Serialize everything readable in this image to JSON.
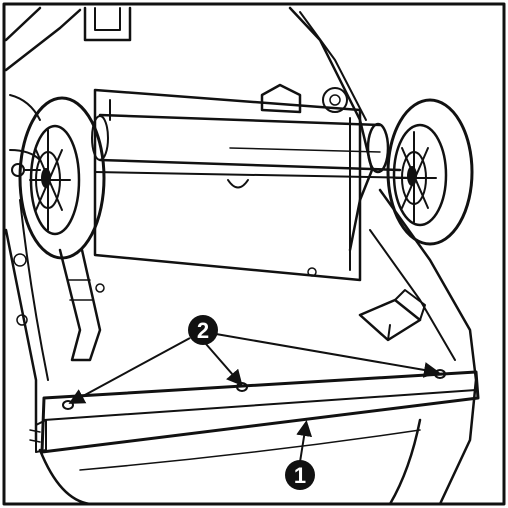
{
  "figure": {
    "background": "#ffffff",
    "ink": "#111111",
    "callouts": [
      {
        "id": "1",
        "label": "1"
      },
      {
        "id": "2",
        "label": "2"
      }
    ]
  }
}
